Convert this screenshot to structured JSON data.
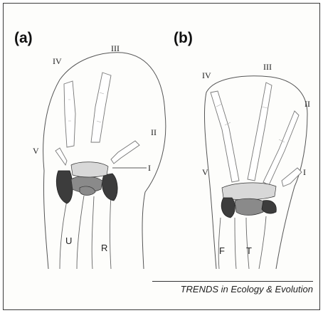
{
  "panels": {
    "a": {
      "label": "(a)",
      "digits": {
        "i": "I",
        "ii": "II",
        "iii": "III",
        "iv": "IV",
        "v": "V"
      },
      "bones": {
        "ulna": "U",
        "radius": "R"
      }
    },
    "b": {
      "label": "(b)",
      "digits": {
        "i": "I",
        "ii": "II",
        "iii": "III",
        "iv": "IV",
        "v": "V"
      },
      "bones": {
        "fibula": "F",
        "tibia": "T"
      }
    }
  },
  "credit": "TRENDS in Ecology & Evolution"
}
